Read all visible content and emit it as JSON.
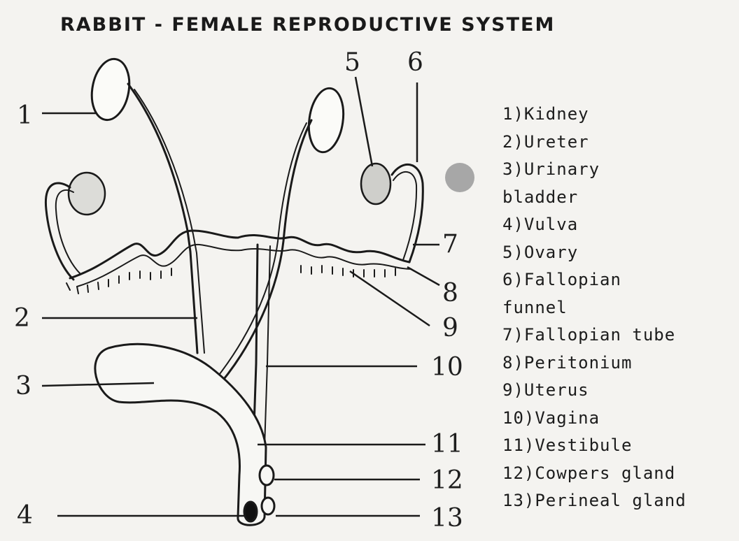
{
  "title": "RABBIT - FEMALE REPRODUCTIVE SYSTEM",
  "callout_numbers": [
    "1",
    "2",
    "3",
    "4",
    "5",
    "6",
    "7",
    "8",
    "9",
    "10",
    "11",
    "12",
    "13"
  ],
  "legend": [
    "1)Kidney",
    "2)Ureter",
    "3)Urinary",
    "bladder",
    "4)Vulva",
    "5)Ovary",
    "6)Fallopian",
    "funnel",
    "7)Fallopian tube",
    "8)Peritonium",
    "9)Uterus",
    "10)Vagina",
    "11)Vestibule",
    "12)Cowpers gland",
    "13)Perineal gland"
  ]
}
